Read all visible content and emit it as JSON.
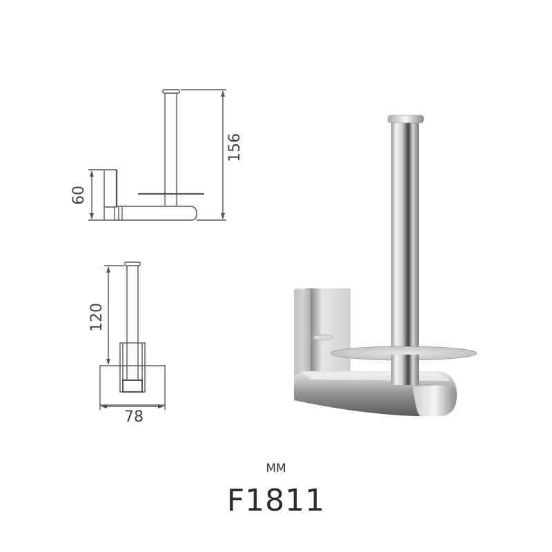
{
  "drawing": {
    "side_view": {
      "height_label": "156",
      "base_height_label": "60"
    },
    "front_view": {
      "height_label": "120",
      "width_label": "78"
    }
  },
  "product": {
    "unit_label": "MM",
    "model_number": "F1811",
    "image_alt": "Chrome vertical spare toilet roll holder"
  },
  "colors": {
    "line": "#555555",
    "chrome_light": "#f2f2f2",
    "chrome_dark": "#6a6a6a",
    "background": "#ffffff"
  }
}
